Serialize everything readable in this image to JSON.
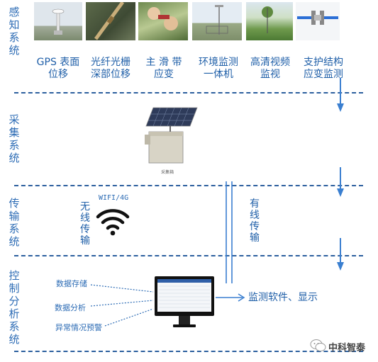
{
  "sections": [
    {
      "label": "感知系统"
    },
    {
      "label": "采集系统"
    },
    {
      "label": "传输系统"
    },
    {
      "label": "控制分析系统"
    }
  ],
  "sensors": [
    {
      "label": "GPS 表面\n位移"
    },
    {
      "label": "光纤光栅\n深部位移"
    },
    {
      "label": "主 滑 带\n应变"
    },
    {
      "label": "环境监测\n一体机"
    },
    {
      "label": "高清视频\n监视"
    },
    {
      "label": "支护结构\n应变监测"
    }
  ],
  "collector": {
    "caption": "采集箱"
  },
  "transmission": {
    "wireless_protocol": "WIFI/4G",
    "wireless_label": "无线传输",
    "wired_label": "有线传输"
  },
  "control": {
    "functions": [
      "数据存储",
      "数据分析",
      "异常情况预警"
    ],
    "output_label": "监测软件、显示"
  },
  "watermark": "中科智泰",
  "colors": {
    "accent": "#1f5fa8",
    "dash": "#2c5f9e",
    "arrow": "#3a7fd0"
  }
}
